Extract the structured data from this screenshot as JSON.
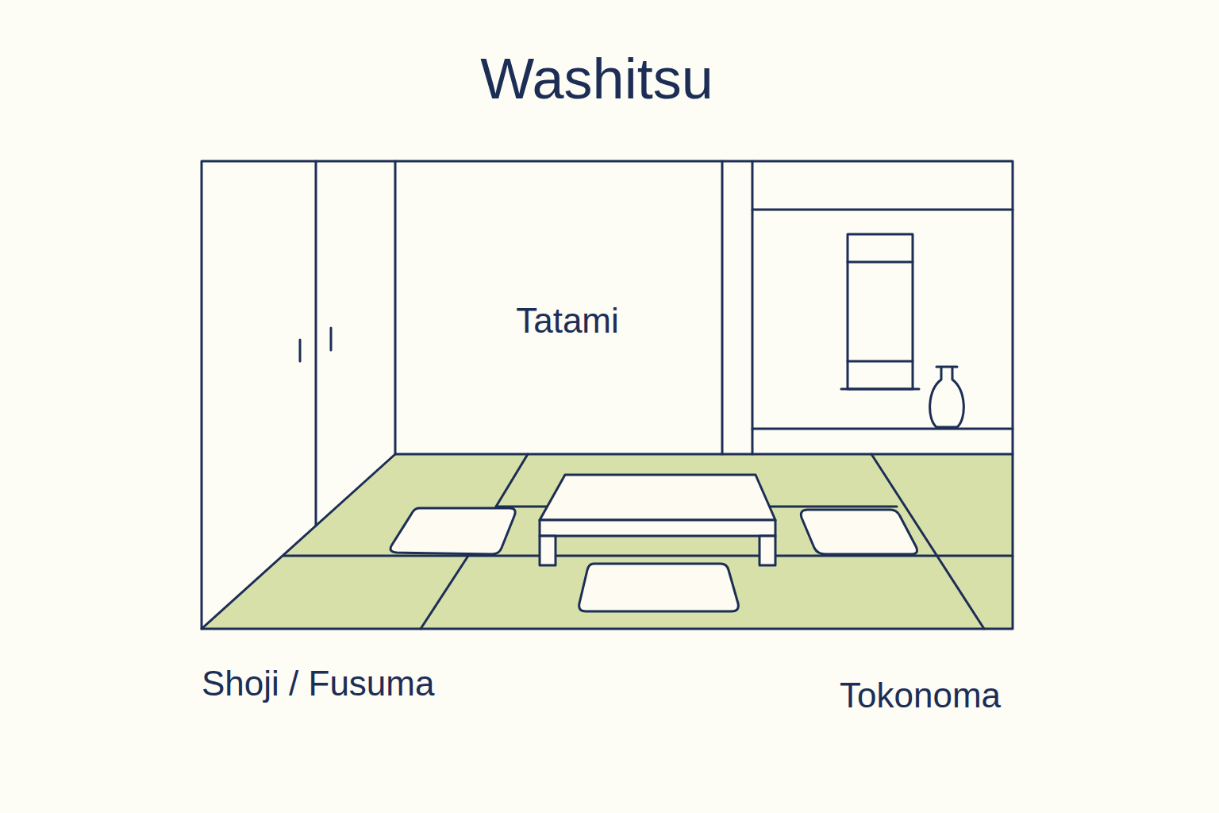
{
  "diagram": {
    "title": "Washitsu",
    "labels": [
      "Tatami",
      "Shoji / Fusuma",
      "Tokonoma"
    ]
  }
}
